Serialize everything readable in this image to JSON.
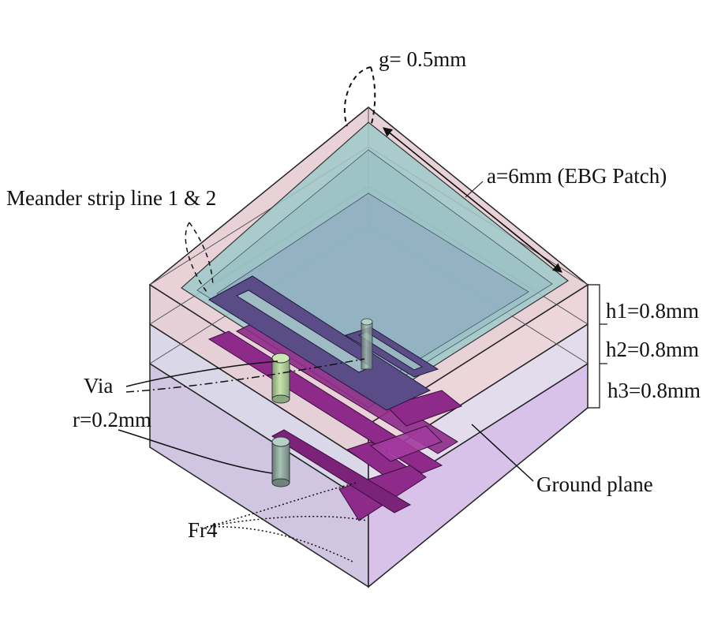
{
  "labels": {
    "gap": "g= 0.5mm",
    "patch": "a=6mm (EBG Patch)",
    "meander": "Meander strip line 1 & 2",
    "h1": "h1=0.8mm",
    "h2": "h2=0.8mm",
    "h3": "h3=0.8mm",
    "via": "Via",
    "radius": "r=0.2mm",
    "ground": "Ground plane",
    "substrate": "Fr4"
  },
  "colors": {
    "layer_top": "#e8d2d8",
    "layer_mid": "#d9d7e8",
    "layer_bottom": "#d4c4e6",
    "ebg_patch": "#9cc8c8",
    "meander_1": "#5a4c86",
    "meander_2": "#8e2a8a",
    "via": "#b5d39a",
    "outline": "#222222"
  }
}
